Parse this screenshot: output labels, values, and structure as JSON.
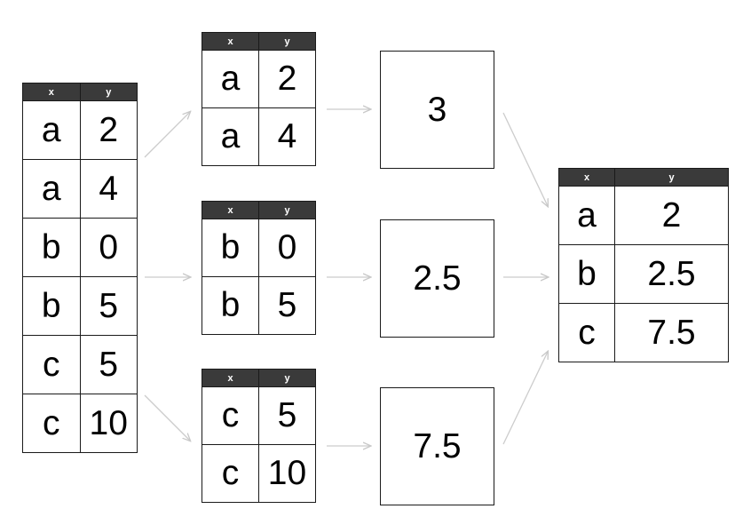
{
  "headers": {
    "x": "x",
    "y": "y"
  },
  "source_table": [
    {
      "x": "a",
      "y": "2"
    },
    {
      "x": "a",
      "y": "4"
    },
    {
      "x": "b",
      "y": "0"
    },
    {
      "x": "b",
      "y": "5"
    },
    {
      "x": "c",
      "y": "5"
    },
    {
      "x": "c",
      "y": "10"
    }
  ],
  "groups": [
    {
      "rows": [
        {
          "x": "a",
          "y": "2"
        },
        {
          "x": "a",
          "y": "4"
        }
      ],
      "summary": "3"
    },
    {
      "rows": [
        {
          "x": "b",
          "y": "0"
        },
        {
          "x": "b",
          "y": "5"
        }
      ],
      "summary": "2.5"
    },
    {
      "rows": [
        {
          "x": "c",
          "y": "5"
        },
        {
          "x": "c",
          "y": "10"
        }
      ],
      "summary": "7.5"
    }
  ],
  "result_table": [
    {
      "x": "a",
      "y": "2"
    },
    {
      "x": "b",
      "y": "2.5"
    },
    {
      "x": "c",
      "y": "7.5"
    }
  ],
  "colors": {
    "header_bg": "#3a3a3a",
    "border": "#1a1a1a",
    "arrow": "#cccccc"
  }
}
